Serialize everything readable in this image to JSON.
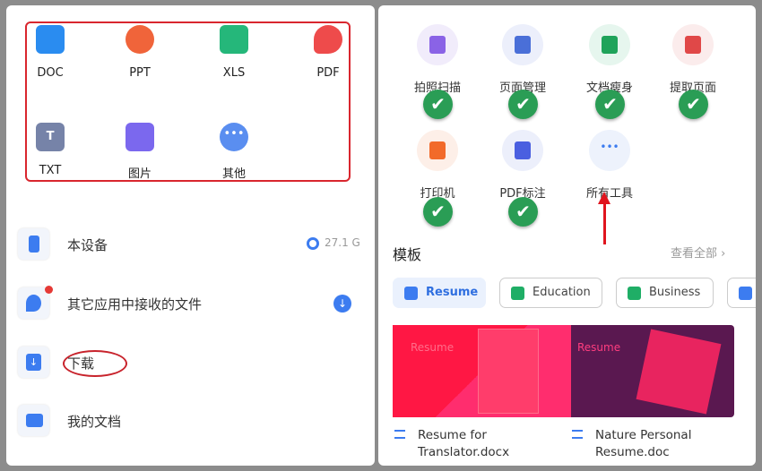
{
  "file_types": [
    {
      "label": "DOC",
      "color": "#2a8cf0"
    },
    {
      "label": "PPT",
      "color": "#f0643a"
    },
    {
      "label": "XLS",
      "color": "#25b77a"
    },
    {
      "label": "PDF",
      "color": "#ee4b4b"
    },
    {
      "label": "TXT",
      "color": "#7683a8"
    },
    {
      "label": "图片",
      "color": "#7b68ee"
    },
    {
      "label": "其他",
      "color": "#5a8ef0"
    }
  ],
  "locations": [
    {
      "label": "本设备",
      "value": "27.1 G"
    },
    {
      "label": "其它应用中接收的文件"
    },
    {
      "label": "下载"
    },
    {
      "label": "我的文档"
    }
  ],
  "tools": [
    {
      "label": "拍照扫描",
      "color": "#8a63e6",
      "bg": "#f1ecfb",
      "checked": true
    },
    {
      "label": "页面管理",
      "color": "#4a6fd8",
      "bg": "#eceffb",
      "checked": true
    },
    {
      "label": "文档瘦身",
      "color": "#1fa35a",
      "bg": "#e6f6ee",
      "checked": true
    },
    {
      "label": "提取页面",
      "color": "#e04848",
      "bg": "#fbecec",
      "checked": true
    },
    {
      "label": "打印机",
      "color": "#f26a2a",
      "bg": "#fdefe8",
      "checked": true
    },
    {
      "label": "PDF标注",
      "color": "#4a5fe0",
      "bg": "#eceffb",
      "checked": true
    },
    {
      "label": "所有工具",
      "color": "#3c7cf0",
      "bg": "#edf2fc",
      "checked": false
    }
  ],
  "templates": {
    "title": "模板",
    "view_all": "查看全部",
    "chips": [
      {
        "label": "Resume",
        "color": "#3c7cf0",
        "active": true
      },
      {
        "label": "Education",
        "color": "#1fae66"
      },
      {
        "label": "Business",
        "color": "#1fae66"
      }
    ],
    "cards": [
      {
        "thumb_title": "Resume",
        "name": "Resume for Translator.docx"
      },
      {
        "thumb_title": "Resume",
        "name": "Nature Personal Resume.doc"
      }
    ]
  },
  "colors": {
    "annotation": "#d9262e",
    "check": "#2a9d55",
    "accent": "#3c7cf0"
  }
}
